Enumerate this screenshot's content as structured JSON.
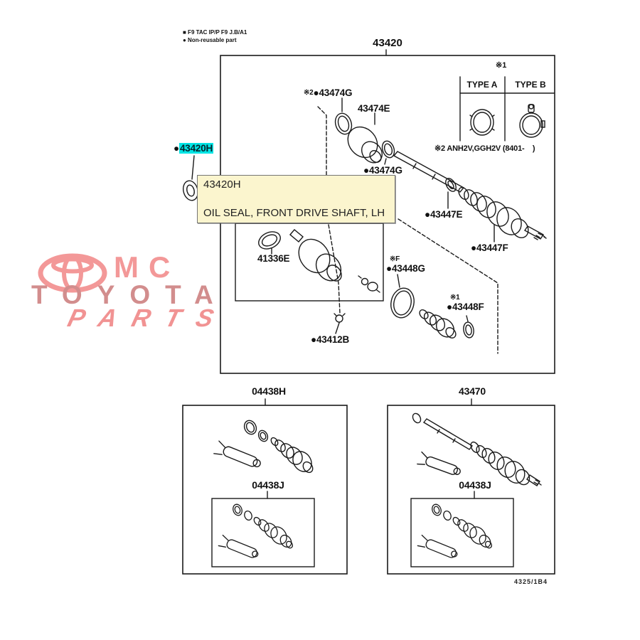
{
  "legend": {
    "line1": "■ F9 TAC IP/P F9 J.B/A1",
    "line2": "● Non-reusable part"
  },
  "header": {
    "assembly_number": "43420"
  },
  "type_table": {
    "note": "※1",
    "type_a": "TYPE A",
    "type_b": "TYPE B",
    "footnote": "※2 ANH2V,GGH2V (8401-    )"
  },
  "part_labels": {
    "l43474g_top": {
      "note": "※2",
      "text": "●43474G"
    },
    "l43474e": {
      "text": "43474E"
    },
    "l43474g_mid": {
      "text": "●43474G"
    },
    "l43420h": {
      "bullet": "●",
      "text": "43420H"
    },
    "l43447e": {
      "text": "●43447E"
    },
    "l43447f": {
      "text": "●43447F"
    },
    "l43448g": {
      "note": "※F",
      "text": "●43448G"
    },
    "l43448f": {
      "note": "※1",
      "text": "●43448F"
    },
    "l41336e": {
      "text": "41336E"
    },
    "l43412b": {
      "text": "●43412B"
    }
  },
  "tooltip": {
    "part_number": "43420H",
    "description": "OIL SEAL, FRONT DRIVE SHAFT, LH",
    "background_color": "#fbf5ce"
  },
  "selection": {
    "highlight_color": "#00e4e4"
  },
  "kits": {
    "left": {
      "label": "04438H",
      "inner_label": "04438J"
    },
    "right": {
      "label": "43470",
      "inner_label": "04438J"
    }
  },
  "watermark": {
    "brand_top": "MC",
    "brand_mid": "TOYOTA",
    "brand_bottom": "PARTS",
    "color_light": "#f29090",
    "color_dark": "#cf8484"
  },
  "footer": {
    "figure_code": "4325/1B4"
  }
}
